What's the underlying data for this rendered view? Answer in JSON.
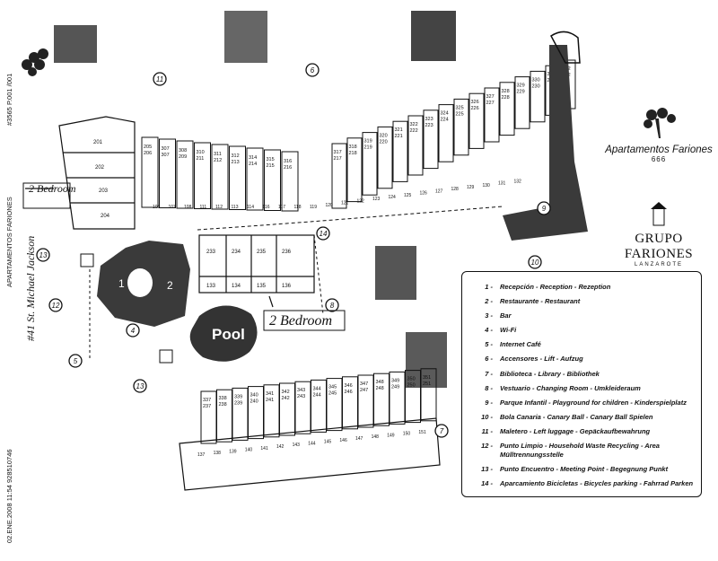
{
  "fax_header": {
    "top": "#3565 P.001 /001",
    "middle": "APARTAMENTOS FARIONES",
    "bottom": "02.ENE.2008 11:54 928510746"
  },
  "brand": {
    "name": "Apartamentos Fariones",
    "sub": "666"
  },
  "group": {
    "name": "GRUPO FARIONES",
    "location": "LANZAROTE"
  },
  "handwritten": {
    "address": "#41 St. Michael Jackson",
    "bedroom_small": "2 Bedroom",
    "bedroom_large": "2 Bedroom",
    "pool": "Pool"
  },
  "markers": [
    "1",
    "2",
    "4",
    "5",
    "6",
    "7",
    "8",
    "9",
    "10",
    "11",
    "12",
    "13",
    "13",
    "14"
  ],
  "units": {
    "top_left_block": [
      "201",
      "202",
      "203",
      "204"
    ],
    "top_row_a": [
      [
        "205",
        "206"
      ],
      [
        "307",
        "307"
      ],
      [
        "308",
        "209"
      ],
      [
        "310",
        "211"
      ],
      [
        "311",
        "212"
      ],
      [
        "312",
        "213"
      ],
      [
        "314",
        "214"
      ],
      [
        "315",
        "215"
      ],
      [
        "316",
        "216"
      ]
    ],
    "top_row_b": [
      [
        "317",
        "217"
      ],
      [
        "318",
        "218"
      ],
      [
        "319",
        "219"
      ],
      [
        "320",
        "220"
      ],
      [
        "321",
        "221"
      ],
      [
        "322",
        "222"
      ],
      [
        "323",
        "223"
      ],
      [
        "324",
        "224"
      ],
      [
        "325",
        "225"
      ],
      [
        "326",
        "226"
      ],
      [
        "327",
        "227"
      ],
      [
        "328",
        "228"
      ],
      [
        "329",
        "229"
      ],
      [
        "330",
        "230"
      ],
      [
        "331",
        "231"
      ],
      [
        "332",
        "232"
      ]
    ],
    "lower_front": [
      "105",
      "107",
      "108",
      "111",
      "112",
      "113",
      "114",
      "116",
      "117",
      "118",
      "119",
      "120",
      "121",
      "122",
      "123",
      "124",
      "125",
      "126",
      "127",
      "128",
      "129",
      "130",
      "131",
      "132"
    ],
    "middle_block_top": [
      "233",
      "234",
      "235",
      "236"
    ],
    "middle_block_bottom": [
      "133",
      "134",
      "135",
      "136"
    ],
    "bottom_row": [
      [
        "337",
        "237"
      ],
      [
        "338",
        "238"
      ],
      [
        "339",
        "239"
      ],
      [
        "340",
        "240"
      ],
      [
        "341",
        "241"
      ],
      [
        "342",
        "242"
      ],
      [
        "343",
        "243"
      ],
      [
        "344",
        "244"
      ],
      [
        "345",
        "245"
      ],
      [
        "346",
        "246"
      ],
      [
        "347",
        "247"
      ],
      [
        "348",
        "248"
      ],
      [
        "349",
        "249"
      ],
      [
        "350",
        "250"
      ],
      [
        "351",
        "251"
      ]
    ],
    "bottom_front": [
      "137",
      "138",
      "139",
      "140",
      "141",
      "142",
      "143",
      "144",
      "145",
      "146",
      "147",
      "148",
      "149",
      "150",
      "151"
    ]
  },
  "legend": [
    {
      "num": "1 -",
      "text": "Recepción - Reception - Rezeption"
    },
    {
      "num": "2 -",
      "text": "Restaurante - Restaurant"
    },
    {
      "num": "3 -",
      "text": "Bar"
    },
    {
      "num": "4 -",
      "text": "Wi-Fi"
    },
    {
      "num": "5 -",
      "text": "Internet Café"
    },
    {
      "num": "6 -",
      "text": "Accensores - Lift - Aufzug"
    },
    {
      "num": "7 -",
      "text": "Biblioteca - Library - Bibliothek"
    },
    {
      "num": "8 -",
      "text": "Vestuario - Changing Room - Umkleideraum"
    },
    {
      "num": "9 -",
      "text": "Parque Infantil - Playground for children - Kinderspielplatz"
    },
    {
      "num": "10 -",
      "text": "Bola Canaria - Canary Ball - Canary Ball Spielen"
    },
    {
      "num": "11 -",
      "text": "Maletero - Left luggage - Gepäckaufbewahrung"
    },
    {
      "num": "12 -",
      "text": "Punto Limpio - Household Waste Recycling - Area Mülltrennungsstelle"
    },
    {
      "num": "13 -",
      "text": "Punto Encuentro - Meeting Point - Begegnung Punkt"
    },
    {
      "num": "14 -",
      "text": "Aparcamiento Bicicletas - Bicycles parking - Fahrrad Parken"
    }
  ],
  "colors": {
    "ink": "#111111",
    "shade": "#3a3a3a",
    "paper": "#ffffff"
  }
}
